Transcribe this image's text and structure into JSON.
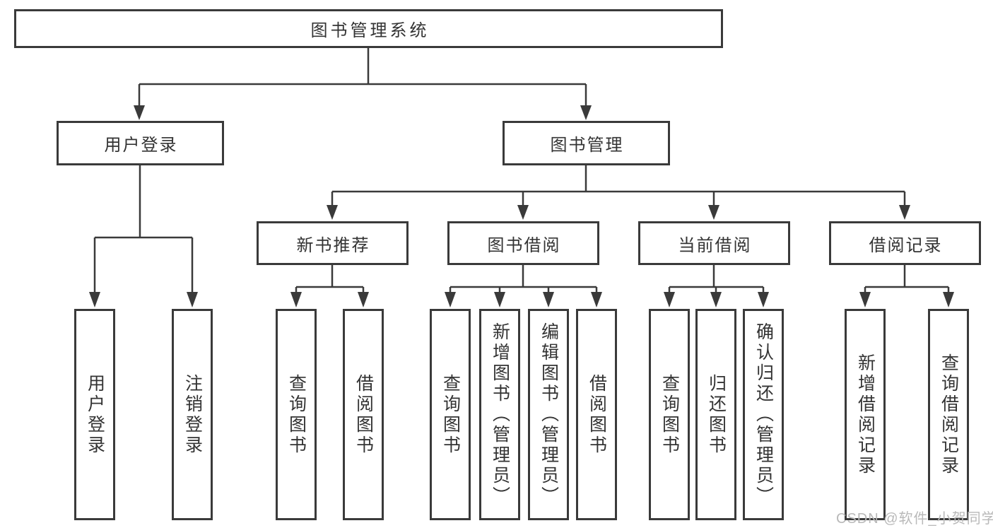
{
  "diagram": {
    "title": "图书管理系统",
    "root": {
      "label": "图书管理系统"
    },
    "level2": [
      {
        "label": "用户登录"
      },
      {
        "label": "图书管理"
      }
    ],
    "level3": [
      {
        "label": "新书推荐",
        "parent": "图书管理"
      },
      {
        "label": "图书借阅",
        "parent": "图书管理"
      },
      {
        "label": "当前借阅",
        "parent": "图书管理"
      },
      {
        "label": "借阅记录",
        "parent": "图书管理"
      }
    ],
    "leaves": [
      {
        "label": "用户登录",
        "parent": "用户登录"
      },
      {
        "label": "注销登录",
        "parent": "用户登录"
      },
      {
        "label": "查询图书",
        "parent": "新书推荐"
      },
      {
        "label": "借阅图书",
        "parent": "新书推荐"
      },
      {
        "label": "查询图书",
        "parent": "图书借阅"
      },
      {
        "label": "新增图书（管理员）",
        "parent": "图书借阅"
      },
      {
        "label": "编辑图书（管理员）",
        "parent": "图书借阅"
      },
      {
        "label": "借阅图书",
        "parent": "图书借阅"
      },
      {
        "label": "查询图书",
        "parent": "当前借阅"
      },
      {
        "label": "归还图书",
        "parent": "当前借阅"
      },
      {
        "label": "确认归还（管理员）",
        "parent": "当前借阅"
      },
      {
        "label": "新增借阅记录",
        "parent": "借阅记录"
      },
      {
        "label": "查询借阅记录",
        "parent": "借阅记录"
      }
    ]
  },
  "watermark": {
    "text": "CSDN @软件_小贺同学"
  },
  "colors": {
    "border": "#3a3a3a",
    "line": "#3a3a3a",
    "text": "#333333",
    "watermark": "#b9b9b9",
    "background": "#ffffff"
  }
}
